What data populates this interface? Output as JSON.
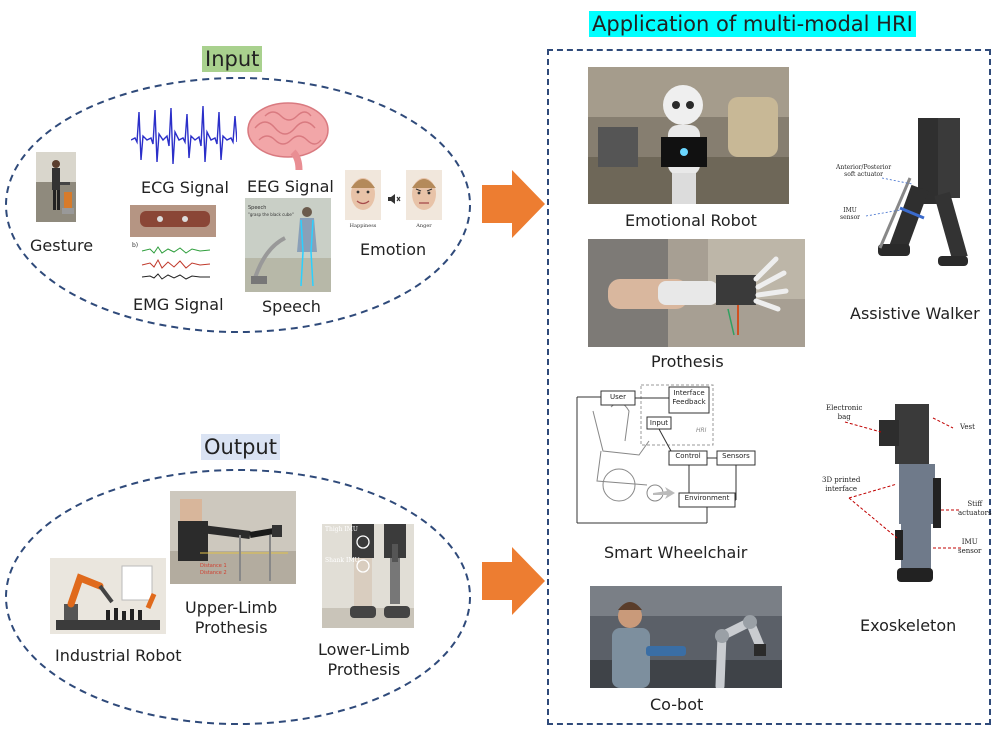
{
  "input": {
    "title": "Input",
    "title_bg": "#a9d18e",
    "labels": {
      "gesture": "Gesture",
      "ecg": "ECG Signal",
      "eeg": "EEG Signal",
      "emg": "EMG Signal",
      "speech": "Speech",
      "emotion": "Emotion",
      "happiness": "Happiness",
      "anger": "Anger"
    }
  },
  "output": {
    "title": "Output",
    "title_bg": "#dae3f3",
    "labels": {
      "industrial_robot": "Industrial Robot",
      "upper_limb": "Upper-Limb\nProthesis",
      "lower_limb": "Lower-Limb\nProthesis",
      "thigh_imu": "Thigh IMU",
      "shank_imu": "Shank IMU"
    }
  },
  "application": {
    "title": "Application of multi-modal HRI",
    "title_bg": "#00ffff",
    "labels": {
      "emotional_robot": "Emotional Robot",
      "assistive_walker": "Assistive Walker",
      "prothesis": "Prothesis",
      "smart_wheelchair": "Smart Wheelchair",
      "exoskeleton": "Exoskeleton",
      "cobot": "Co-bot"
    },
    "walker_annotations": {
      "actuator": "Anterior/Posterior\nsoft actuator",
      "imu": "IMU\nsensor"
    },
    "exo_annotations": {
      "bag": "Electronic\nbag",
      "vest": "Vest",
      "interface": "3D printed\ninterface",
      "actuators": "Stiff\nactuators",
      "imu": "IMU\nsensor"
    },
    "wheelchair_diagram": {
      "user": "User",
      "interface_feedback": "Interface\nFeedback",
      "input": "Input",
      "hri": "HRI",
      "control": "Control",
      "sensors": "Sensors",
      "environment": "Environment"
    }
  },
  "colors": {
    "dashed_border": "#2f4a7a",
    "arrow": "#ed7d31",
    "annotation_red": "#c00000"
  }
}
